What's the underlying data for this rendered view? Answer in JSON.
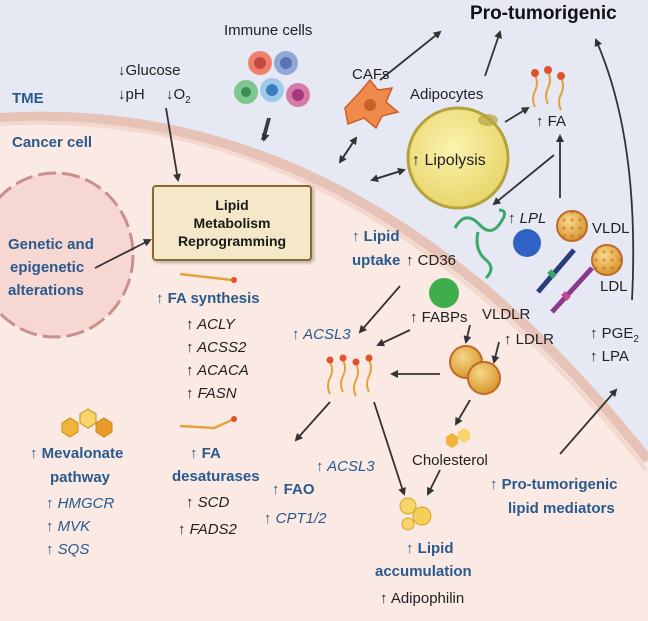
{
  "title": "Pro-tumorigenic",
  "regions": {
    "tme": "TME",
    "cancer_cell": "Cancer cell"
  },
  "tme": {
    "immune_cells": "Immune cells",
    "glucose": "↓Glucose",
    "ph": "↓pH",
    "o2": "↓O",
    "o2_sub": "2",
    "cafs": "CAFs",
    "adipocytes": "Adipocytes",
    "lipolysis": "↑ Lipolysis",
    "fa": "↑ FA"
  },
  "center": {
    "line1": "Lipid",
    "line2": "Metabolism",
    "line3": "Reprogramming"
  },
  "genetic": {
    "line1": "Genetic and",
    "line2": "epigenetic",
    "line3": "alterations"
  },
  "uptake": {
    "lipid_uptake_1": "↑ Lipid",
    "lipid_uptake_2": "uptake",
    "cd36": "↑ CD36",
    "lpl_arrow": "↑",
    "lpl": "LPL",
    "vldl": "VLDL",
    "ldl": "LDL",
    "fabps": "↑ FABPs",
    "vldlr": "VLDLR",
    "ldlr": "↑ LDLR",
    "pge": "↑ PGE",
    "pge_sub": "2",
    "lpa": "↑ LPA"
  },
  "fa_synthesis": {
    "title": "↑ FA synthesis",
    "genes": [
      "↑ ACLY",
      "↑ ACSS2",
      "↑ ACACA",
      "↑ FASN"
    ]
  },
  "acsl3_top": "↑ ACSL3",
  "mevalonate": {
    "title1": "↑ Mevalonate",
    "title2": "pathway",
    "genes": [
      "↑ HMGCR",
      "↑ MVK",
      "↑ SQS"
    ]
  },
  "desaturases": {
    "title1": "↑ FA",
    "title2": "desaturases",
    "genes": [
      "↑ SCD",
      "↑ FADS2"
    ]
  },
  "fao": {
    "acsl3": "↑ ACSL3",
    "title": "↑ FAO",
    "cpt": "↑ CPT1/2"
  },
  "cholesterol": "Cholesterol",
  "accumulation": {
    "line1": "↑ Lipid",
    "line2": "accumulation",
    "adipophilin": "↑ Adipophilin"
  },
  "mediators": {
    "line1": "↑ Pro-tumorigenic",
    "line2": "lipid mediators"
  },
  "colors": {
    "tme_bg": "#e6e8f4",
    "cell_bg": "#fbe9e4",
    "membrane": "#e0b8a8",
    "text_blue": "#2a5a8c",
    "box_fill": "#f5e8c8",
    "box_border": "#8a6a2c"
  }
}
